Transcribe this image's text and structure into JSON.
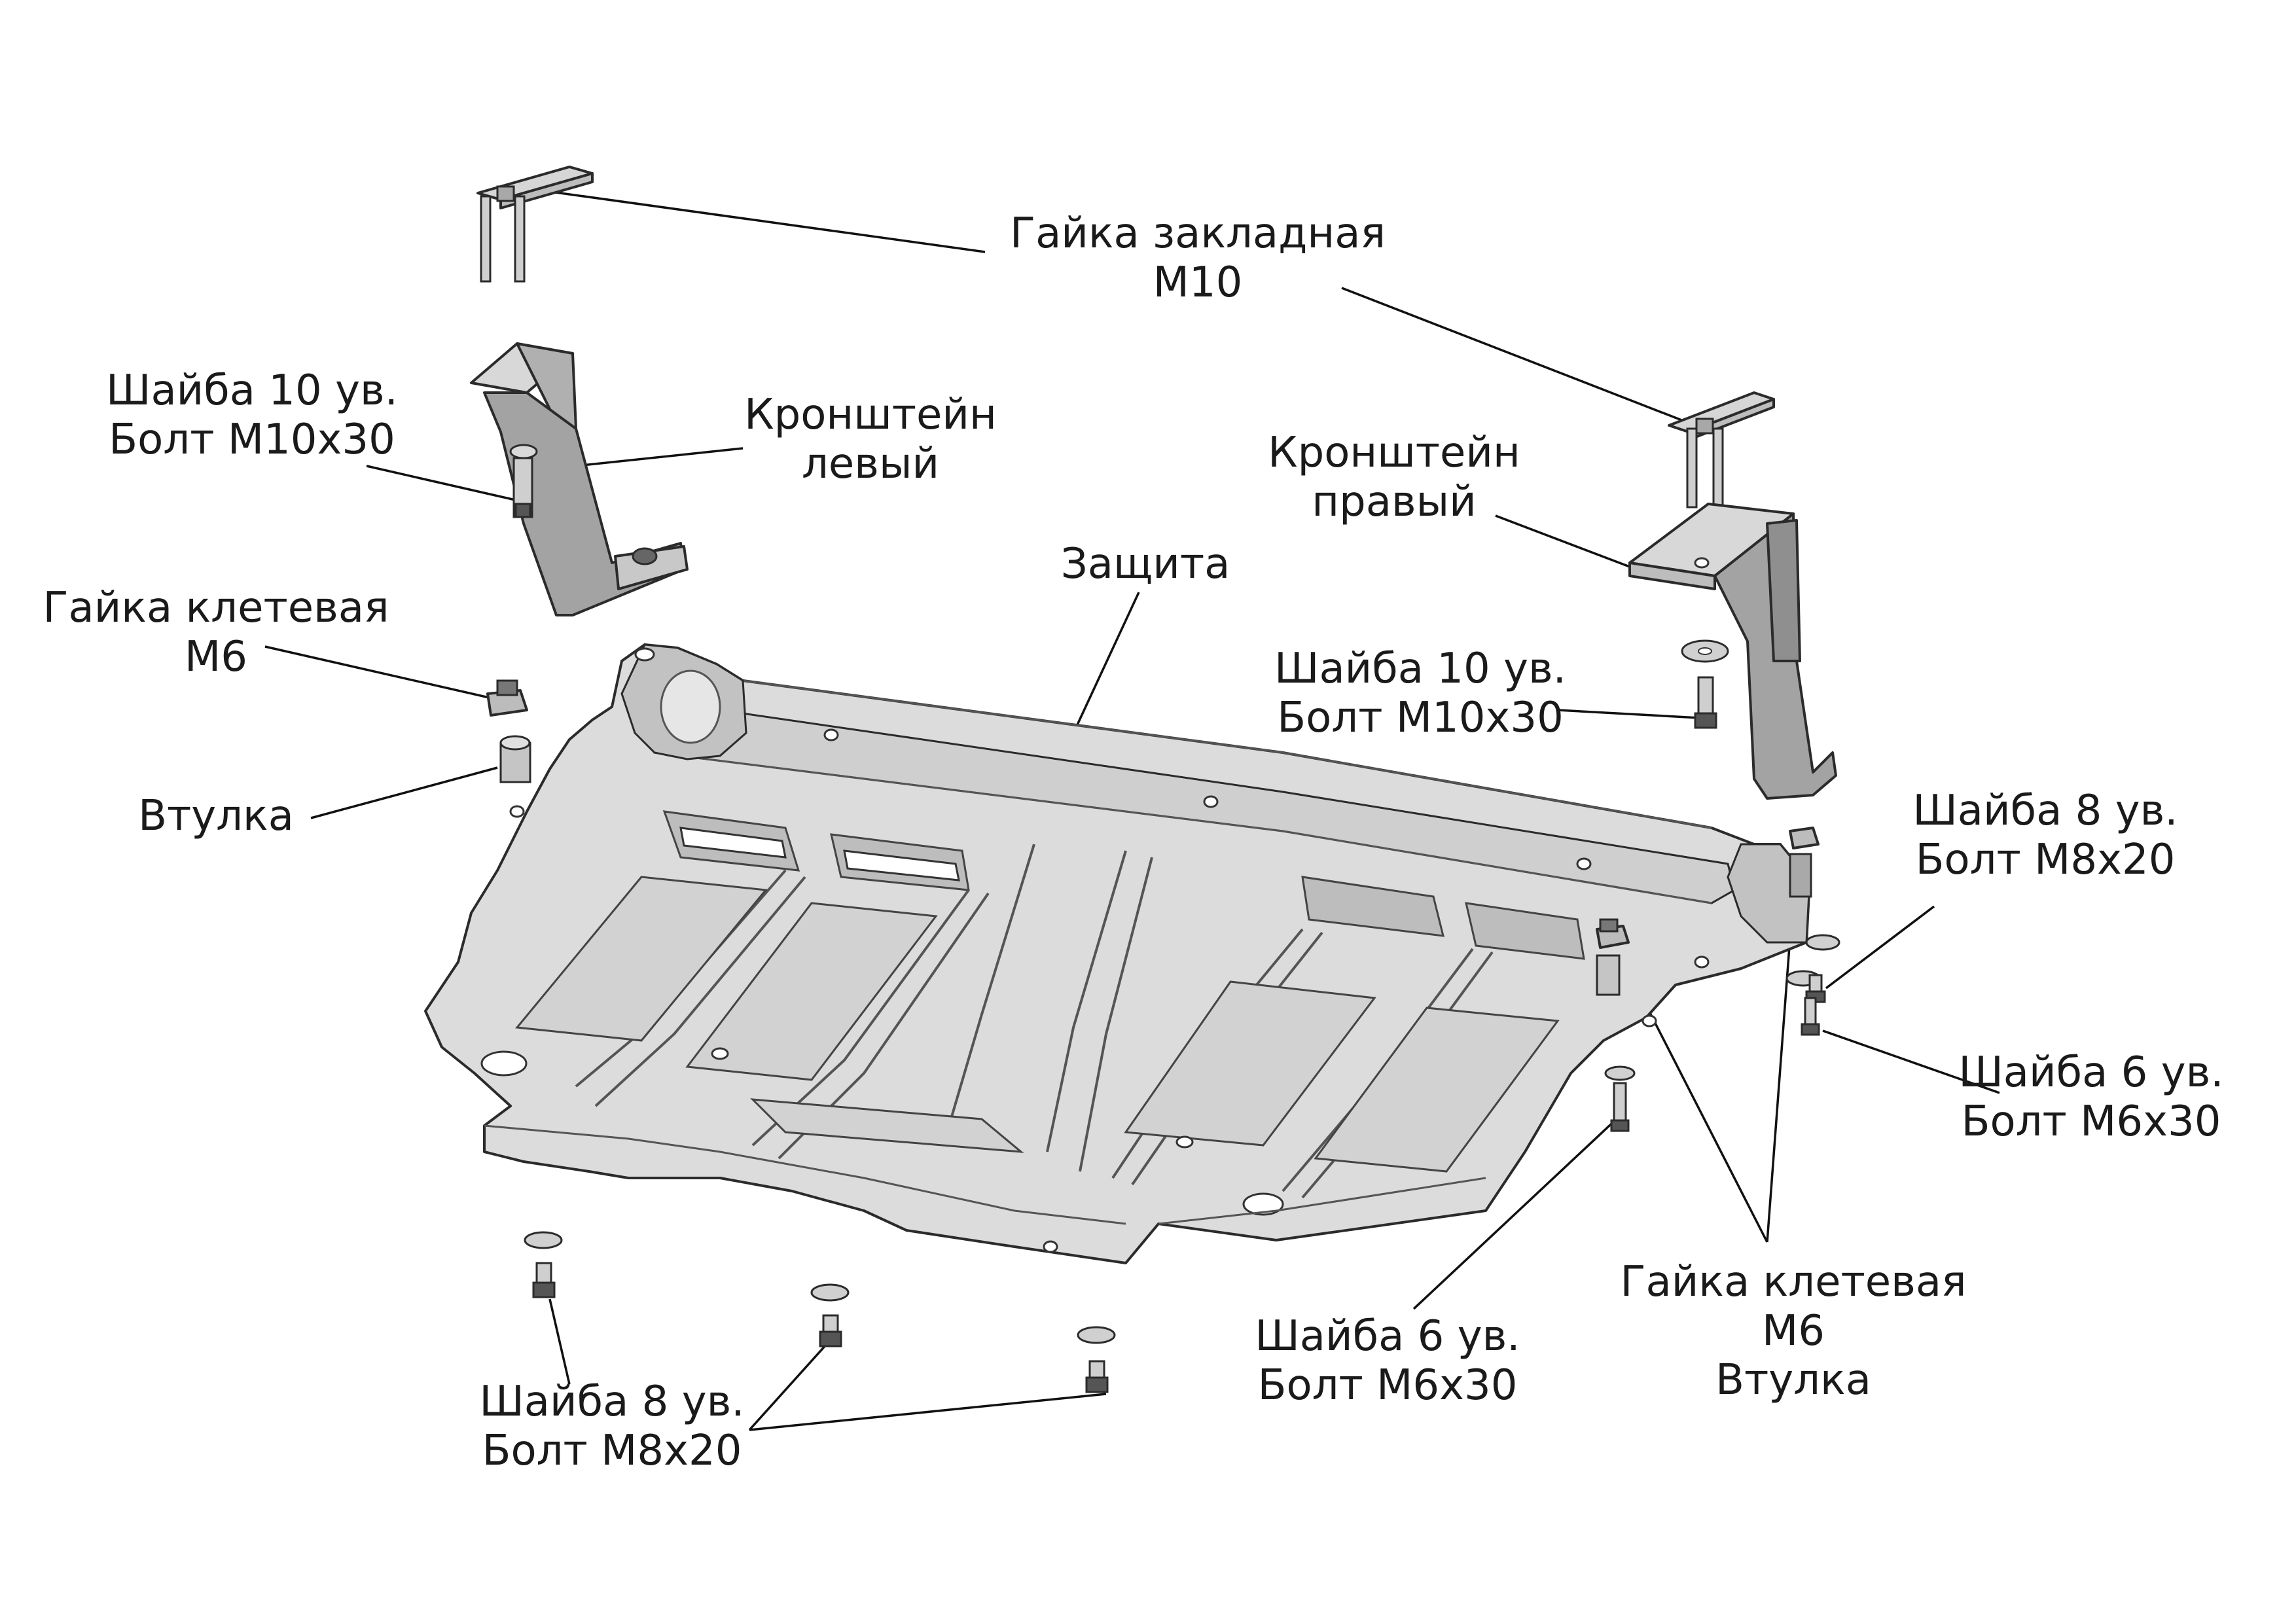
{
  "labels": {
    "nut_embedded": [
      "Гайка закладная",
      "M10"
    ],
    "washer_bolt_left": [
      "Шайба 10 ув.",
      "Болт M10x30"
    ],
    "bracket_left": [
      "Кронштейн",
      "левый"
    ],
    "bracket_right": [
      "Кронштейн",
      "правый"
    ],
    "protection": "Защита",
    "cage_nut_left": [
      "Гайка клетевая",
      "M6"
    ],
    "sleeve_left": "Втулка",
    "washer_bolt_right": [
      "Шайба 10 ув.",
      "Болт M10x30"
    ],
    "washer8_bolt_right": [
      "Шайба 8 ув.",
      "Болт M8x20"
    ],
    "washer6_bolt_right": [
      "Шайба 6 ув.",
      "Болт M6x30"
    ],
    "cage_nut_sleeve_right": [
      "Гайка клетевая",
      "M6",
      "Втулка"
    ],
    "washer6_bolt_center": [
      "Шайба 6 ув.",
      "Болт M6x30"
    ],
    "washer8_bolt_bottom": [
      "Шайба 8 ув.",
      "Болт M8x20"
    ]
  },
  "colors": {
    "line": "#111111",
    "part_fill": "#d9d9d9",
    "part_shade": "#b8b8b8",
    "part_dark": "#8f8f8f",
    "part_light": "#ececec"
  }
}
